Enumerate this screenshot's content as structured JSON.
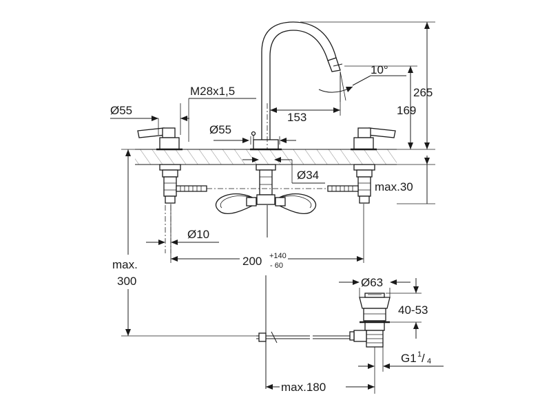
{
  "dimensions": {
    "d55_left": "Ø55",
    "m28": "M28x1,5",
    "d55_mid": "Ø55",
    "d153": "153",
    "deg10": "10°",
    "d265": "265",
    "d169": "169",
    "d34": "Ø34",
    "max30": "max.30",
    "d10": "Ø10",
    "d200": "200",
    "d200_plus": "+140",
    "d200_minus": "- 60",
    "max300_a": "max.",
    "max300_b": "300",
    "d63": "Ø63",
    "d40_53": "40-53",
    "g1_main": "G1",
    "g1_num": "1",
    "g1_slash": "/",
    "g1_den": "4",
    "max180": "max.180"
  },
  "colors": {
    "line": "#1a1a1a",
    "background": "#ffffff",
    "hatch": "#555555"
  }
}
